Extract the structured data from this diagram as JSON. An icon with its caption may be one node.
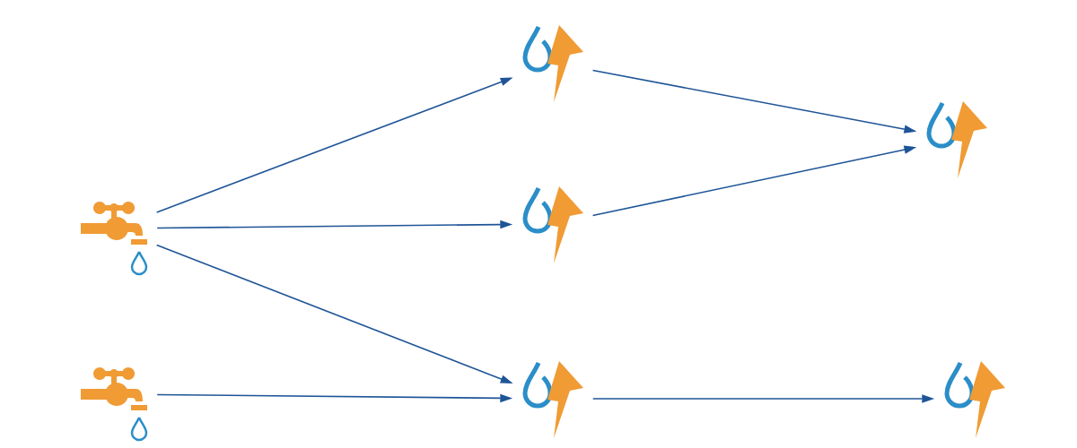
{
  "diagram": {
    "nodes": [
      {
        "text": [],
        "shape": "tap"
      },
      {
        "text": [],
        "shape": "tap"
      },
      {
        "text": [],
        "shape": "drop"
      },
      {
        "text": [],
        "shape": "drop"
      },
      {
        "text": [],
        "shape": "drop"
      },
      {
        "text": [],
        "shape": "drop"
      },
      {
        "text": [],
        "shape": "drop"
      }
    ],
    "edges": [
      {
        "from": 0,
        "to": 2,
        "arrow": "to"
      },
      {
        "from": 0,
        "to": 3,
        "arrow": "to"
      },
      {
        "from": 0,
        "to": 4,
        "arrow": "to"
      },
      {
        "from": 1,
        "to": 4,
        "arrow": "to"
      },
      {
        "from": 2,
        "to": 5,
        "arrow": "to"
      },
      {
        "from": 3,
        "to": 5,
        "arrow": "to"
      },
      {
        "from": 4,
        "to": 6,
        "arrow": "to"
      }
    ]
  }
}
